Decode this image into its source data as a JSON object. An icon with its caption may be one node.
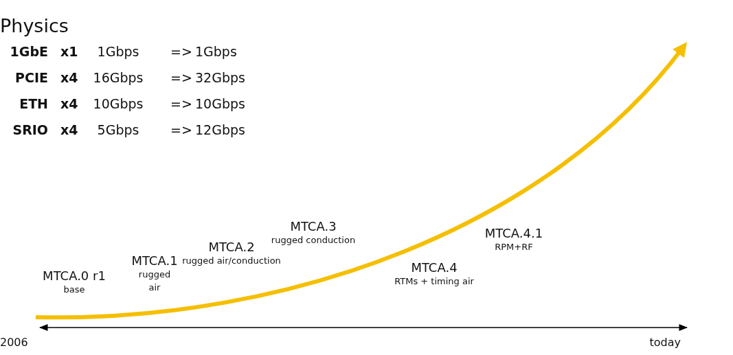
{
  "diagram": {
    "title": "Physics",
    "labels": [
      "1GbE",
      "x1",
      "1Gbps",
      "=>",
      "1Gbps",
      "PCIE",
      "x4",
      "16Gbps",
      "=>",
      "32Gbps",
      "ETH",
      "x4",
      "10Gbps",
      "=>",
      "10Gbps",
      "SRIO",
      "x4",
      "5Gbps",
      "=>",
      "12Gbps",
      "MTCA.0 r1",
      "base",
      "MTCA.1",
      "rugged air",
      "MTCA.2",
      "rugged air/conduction",
      "MTCA.3",
      "rugged conduction",
      "MTCA.4",
      "RTMs + timing air",
      "MTCA.4.1",
      "RPM+RF",
      "2006",
      "today"
    ]
  }
}
